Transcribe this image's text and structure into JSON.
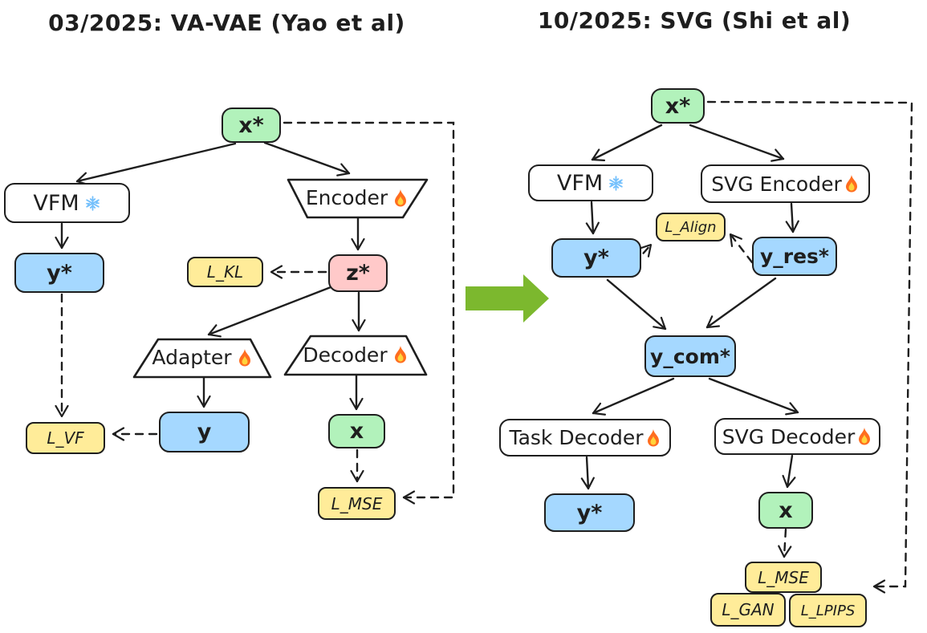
{
  "colors": {
    "ink": "#1e1e1e",
    "fill_green": "#b2f2bb",
    "fill_blue": "#a5d8ff",
    "fill_pink": "#ffc9c9",
    "fill_yellow": "#ffec99",
    "fill_white": "#ffffff",
    "accent_green": "#7cb82e",
    "snowflake_blue": "#74c0fc",
    "flame_orange": "#ff6d1f",
    "flame_yellow": "#ffd43b"
  },
  "icons": {
    "frozen": "snowflake-icon",
    "trainable": "fire-icon",
    "transition": "big-green-right-arrow"
  },
  "left": {
    "title": "03/2025: VA-VAE (Yao et al)",
    "nodes": {
      "x_star": "x*",
      "vfm": "VFM",
      "y_star": "y*",
      "l_kl": "L_KL",
      "encoder": "Encoder",
      "z_star": "z*",
      "adapter": "Adapter",
      "decoder": "Decoder",
      "y": "y",
      "l_vf": "L_VF",
      "x": "x",
      "l_mse": "L_MSE"
    }
  },
  "right": {
    "title": "10/2025: SVG (Shi et al)",
    "nodes": {
      "x_star": "x*",
      "vfm": "VFM",
      "svg_encoder": "SVG Encoder",
      "l_align": "L_Align",
      "y_star": "y*",
      "y_res_star": "y_res*",
      "y_com_star": "y_com*",
      "task_decoder": "Task Decoder",
      "svg_decoder": "SVG Decoder",
      "y_star_out": "y*",
      "x": "x",
      "l_mse": "L_MSE",
      "l_gan": "L_GAN",
      "l_lpips": "L_LPIPS"
    }
  }
}
